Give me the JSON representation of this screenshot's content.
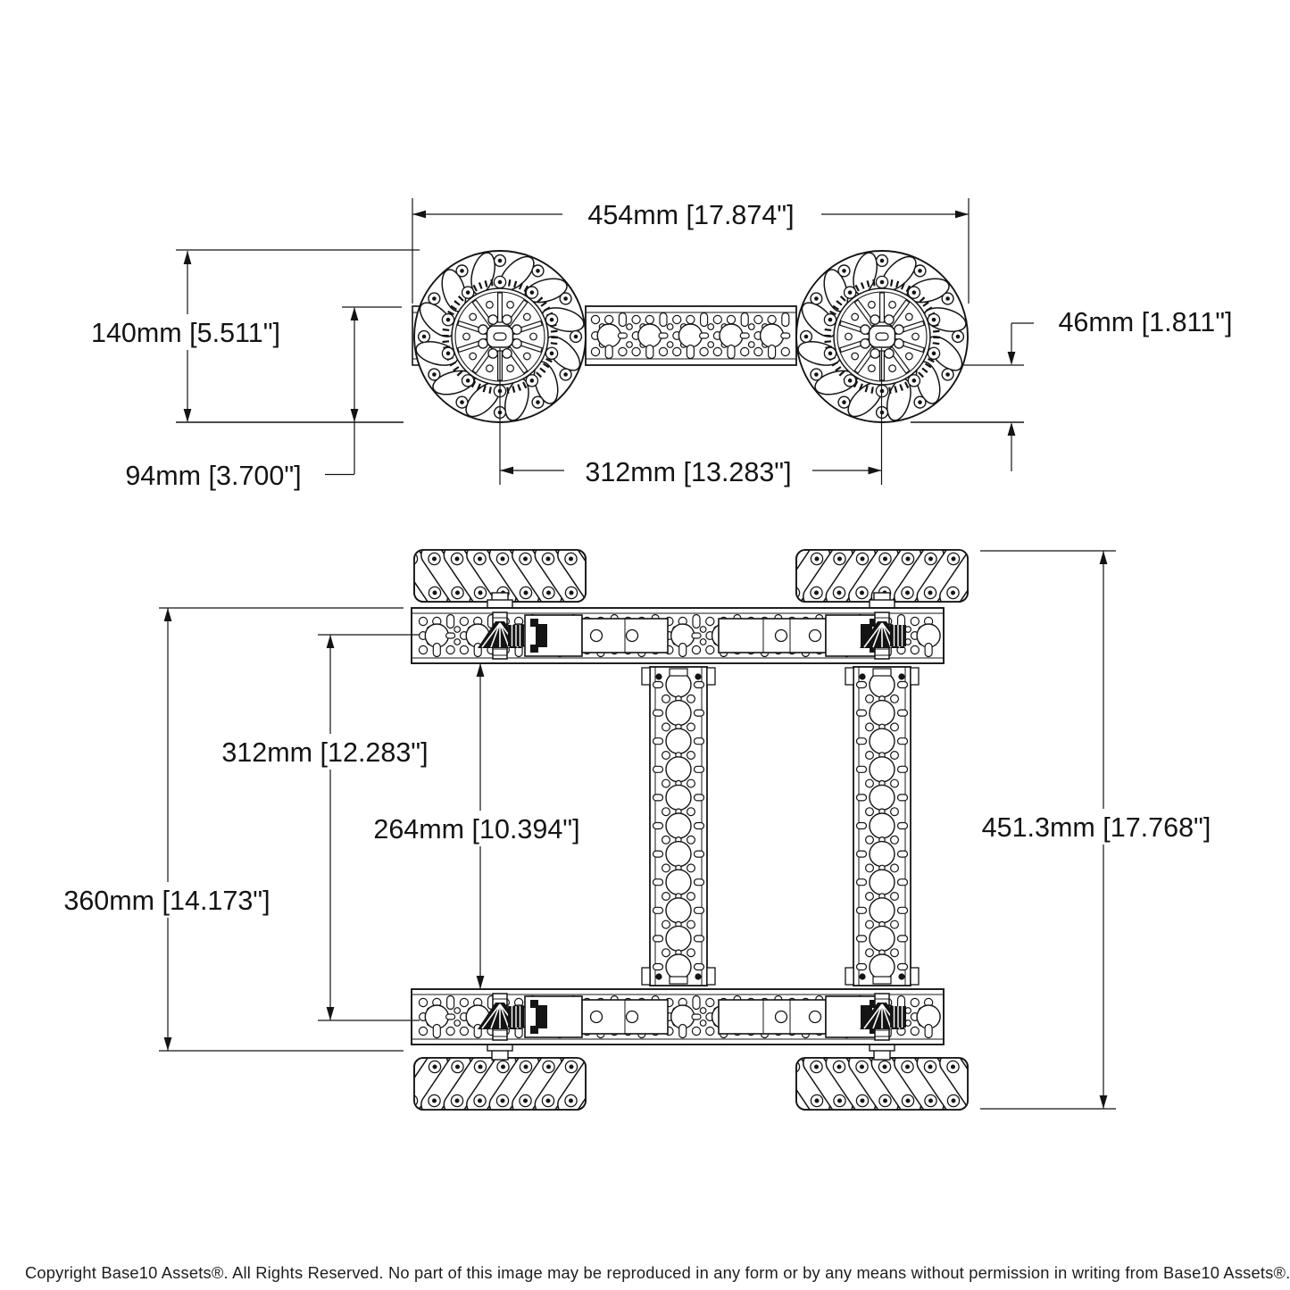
{
  "page": {
    "background": "#ffffff",
    "line_color": "#141414",
    "description": "Two-view dimensioned engineering drawing of a mecanum-wheel robot chassis"
  },
  "side_view": {
    "name": "side-elevation-view",
    "dims": {
      "overall_length": "454mm [17.874\"]",
      "wheel_diameter": "140mm [5.511\"]",
      "overall_height": "94mm [3.700\"]",
      "wheelbase": "312mm [13.283\"]",
      "ground_clearance": "46mm [1.811\"]"
    }
  },
  "plan_view": {
    "name": "top-plan-view",
    "dims": {
      "axle_spacing": "312mm [12.283\"]",
      "rail_inner_spacing": "264mm [10.394\"]",
      "frame_outer_depth": "360mm [14.173\"]",
      "overall_width": "451.3mm [17.768\"]"
    }
  },
  "copyright_line": "Copyright Base10 Assets®.  All Rights Reserved. No part of this image may be reproduced in any form or by any means without permission in writing from Base10 Assets®."
}
